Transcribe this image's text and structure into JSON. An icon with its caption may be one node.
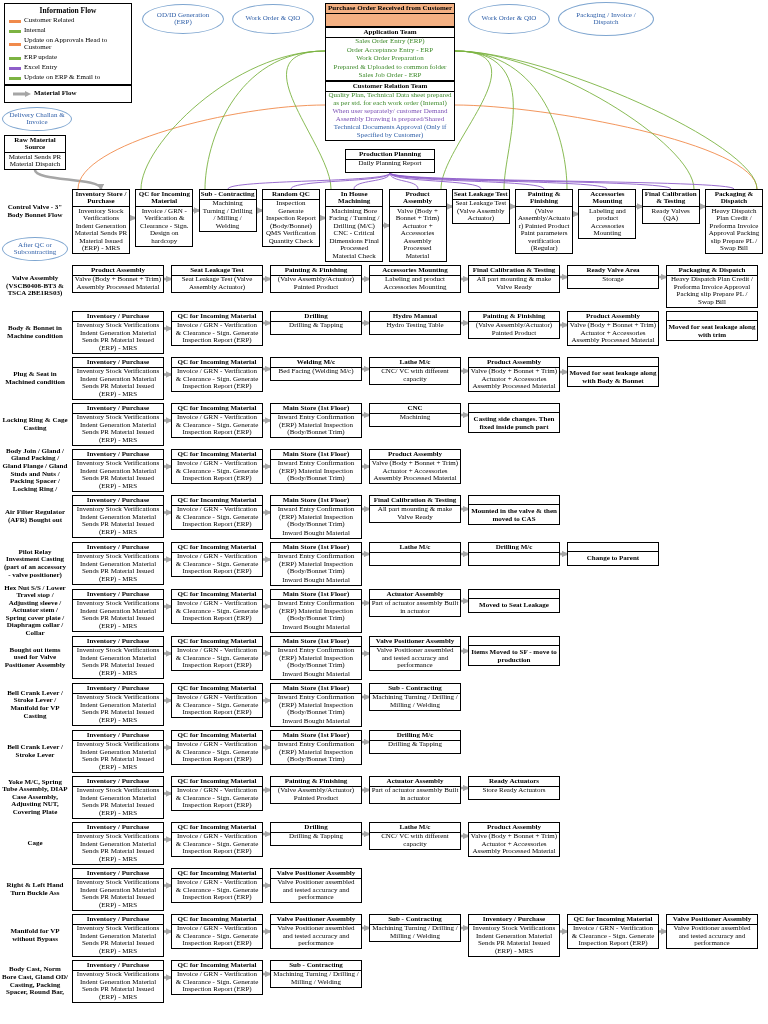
{
  "diagram": {
    "nodes": [
      {
        "text": [
          "Purchase Order Received from Customer"
        ]
      },
      {
        "text": [
          "Application Team",
          "Sales Order Entry (ERP)",
          "Order Acceptance Entry - ERP",
          "Work Order Preparation",
          "Prepared & Uploaded to common folder",
          "Sales Job Order - ERP"
        ]
      },
      {
        "text": [
          "Customer Relation Team",
          "Quality Plan, Technical Data sheet prepared as per std. for each work order (Internal)",
          "When user separately/ customer Demand Assembly Drawing is prepared/Shared",
          "Technical Documents Approval (Only if Specified by Customer)"
        ]
      },
      {
        "text": [
          "OD/ID Generation (ERP)"
        ]
      },
      {
        "text": [
          "Work Order & QIO"
        ]
      },
      {
        "text": [
          "Work Order & QIO"
        ]
      },
      {
        "text": [
          "Packaging / Invoice / Dispatch"
        ]
      },
      {
        "text": [
          "Raw Material Source",
          "Material Sends PR Material Dispatch"
        ]
      },
      {
        "text": [
          "Delivery Challan & Invoice"
        ]
      },
      {
        "text": [
          "Production Planning",
          "Daily Planning Report"
        ]
      },
      {
        "text": [
          "After QC or Subcontracting"
        ]
      },
      {
        "text": [
          "Inventory Store / Purchase",
          "Inventory Stock Verifications Indent Generation Material Sends PR Material Issued (ERP) - MRS"
        ]
      },
      {
        "text": [
          "QC for Incoming Material",
          "Invoice / GRN - Verification & Clearance - Sign. Design on hardcopy"
        ]
      },
      {
        "text": [
          "Sub - Contracting",
          "Machining Turning / Drilling / Milling / Welding"
        ]
      },
      {
        "text": [
          "Random QC",
          "Inspection Generate Inspection Report (Body/Bonnet) QMS Verification Quantity Check"
        ]
      },
      {
        "text": [
          "In House Machining",
          "Machining Bore Facing / Turning / Drilling (M/C) CNC - Critical Dimensions Final Processed Material Check"
        ]
      },
      {
        "text": [
          "Product Assembly",
          "Valve (Body + Bonnet + Trim) Actuator + Accessories Assembly Processed Material"
        ]
      },
      {
        "text": [
          "Seat Leakage Test",
          "Seat Leakage Test (Valve Assembly Actuator)"
        ]
      },
      {
        "text": [
          "Painting & Finishing",
          "(Valve Assembly/Actuator) Painted Product Paint parameters verification (Regular)"
        ]
      },
      {
        "text": [
          "Accessories Mounting",
          "Labeling and product Accessories Mounting"
        ]
      },
      {
        "text": [
          "Final Calibration & Testing",
          "Ready Valves (QA)"
        ]
      },
      {
        "text": [
          "Packaging & Dispatch",
          "Heavy Dispatch Plan Credit / Preforma Invoice Approval Packing slip Prepare PL / Swap Bill"
        ]
      },
      {
        "text": [
          "Product Assembly",
          "Valve (Body + Bonnet + Trim) Assembly Processed Material"
        ]
      },
      {
        "text": [
          "Seat Leakage Test",
          "Seat Leakage Test (Valve Assembly Actuator)"
        ]
      },
      {
        "text": [
          "Painting & Finishing",
          "(Valve Assembly/Actuator) Painted Product"
        ]
      },
      {
        "text": [
          "Accessories Mounting",
          "Labeling and product Accessories Mounting"
        ]
      },
      {
        "text": [
          "Final Calibration & Testing",
          "All part mounting & make Valve Ready"
        ]
      },
      {
        "text": [
          "Ready Valve Area",
          "Storage"
        ]
      },
      {
        "text": [
          "Packaging & Dispatch",
          "Heavy Dispatch Plan Credit / Preforma Invoice Approval Packing slip Prepare PL / Swap Bill"
        ]
      },
      {
        "text": [
          "Inventory / Purchase",
          "Inventory Stock Verifications Indent Generation Material Sends PR Material Issued (ERP) - MRS"
        ]
      },
      {
        "text": [
          "QC for Incoming Material",
          "Invoice / GRN - Verification & Clearance - Sign. Generate Inspection Report (ERP)"
        ]
      },
      {
        "text": [
          "Drilling",
          "Drilling & Tapping"
        ]
      },
      {
        "text": [
          "Hydro Manual",
          "Hydro Testing Table"
        ]
      },
      {
        "text": [
          "Painting & Finishing",
          "(Valve Assembly/Actuator) Painted Product"
        ]
      },
      {
        "text": [
          "Product Assembly",
          "Valve (Body + Bonnet + Trim) Actuator + Accessories Assembly Processed Material"
        ]
      },
      {
        "text": [
          "Moved for seat leakage along with trim"
        ]
      },
      {
        "text": [
          "Inventory / Purchase",
          "Inventory Stock Verifications Indent Generation Material Sends PR Material Issued (ERP) - MRS"
        ]
      },
      {
        "text": [
          "QC for Incoming Material",
          "Invoice / GRN - Verification & Clearance - Sign. Generate Inspection Report (ERP)"
        ]
      },
      {
        "text": [
          "Welding M/c",
          "Bed Facing (Welding M/c)"
        ]
      },
      {
        "text": [
          "Lathe M/c",
          "CNC/ VC with different capacity"
        ]
      },
      {
        "text": [
          "Product Assembly",
          "Valve (Body + Bonnet + Trim) Actuator + Accessories Assembly Processed Material"
        ]
      },
      {
        "text": [
          "Moved for seat leakage along with Body & Bonnet"
        ]
      },
      {
        "text": [
          "Inventory / Purchase",
          "Inventory Stock Verifications Indent Generation Material Sends PR Material Issued (ERP) - MRS"
        ]
      },
      {
        "text": [
          "QC for Incoming Material",
          "Invoice / GRN - Verification & Clearance - Sign. Generate Inspection Report (ERP)"
        ]
      },
      {
        "text": [
          "Main Store (1st Floor)",
          "Inward Entry Confirmation (ERP) Material Inspection (Body/Bonnet Trim)"
        ]
      },
      {
        "text": [
          "CNC",
          "Machining"
        ]
      },
      {
        "text": [
          "Casting side changes. Then fixed inside punch part"
        ]
      },
      {
        "text": [
          "Inventory / Purchase",
          "Inventory Stock Verifications Indent Generation Material Sends PR Material Issued (ERP) - MRS"
        ]
      },
      {
        "text": [
          "QC for Incoming Material",
          "Invoice / GRN - Verification & Clearance - Sign. Generate Inspection Report (ERP)"
        ]
      },
      {
        "text": [
          "Main Store (1st Floor)",
          "Inward Entry Confirmation (ERP) Material Inspection (Body/Bonnet Trim)"
        ]
      },
      {
        "text": [
          "Product Assembly",
          "Valve (Body + Bonnet + Trim) Actuator + Accessories Assembly Processed Material"
        ]
      },
      {
        "text": [
          "Inventory / Purchase",
          "Inventory Stock Verifications Indent Generation Material Sends PR Material Issued (ERP) - MRS"
        ]
      },
      {
        "text": [
          "QC for Incoming Material",
          "Invoice / GRN - Verification & Clearance - Sign. Generate Inspection Report (ERP)"
        ]
      },
      {
        "text": [
          "Main Store (1st Floor)",
          "Inward Entry Confirmation (ERP) Material Inspection (Body/Bonnet Trim)",
          "Inward Bought Material"
        ]
      },
      {
        "text": [
          "Final Calibration & Testing",
          "All part mounting & make Valve Ready"
        ]
      },
      {
        "text": [
          "Mounted in the valve & then moved to CAS"
        ]
      },
      {
        "text": [
          "Inventory / Purchase",
          "Inventory Stock Verifications Indent Generation Material Sends PR Material Issued (ERP) - MRS"
        ]
      },
      {
        "text": [
          "QC for Incoming Material",
          "Invoice / GRN - Verification & Clearance - Sign. Generate Inspection Report (ERP)"
        ]
      },
      {
        "text": [
          "Main Store (1st Floor)",
          "Inward Entry Confirmation (ERP) Material Inspection (Body/Bonnet Trim)",
          "Inward Bought Material"
        ]
      },
      {
        "text": [
          "Lathe M/c"
        ]
      },
      {
        "text": [
          "Drilling M/c"
        ]
      },
      {
        "text": [
          "Change to Parent"
        ]
      },
      {
        "text": [
          "Inventory / Purchase",
          "Inventory Stock Verifications Indent Generation Material Sends PR Material Issued (ERP) - MRS"
        ]
      },
      {
        "text": [
          "QC for Incoming Material",
          "Invoice / GRN - Verification & Clearance - Sign. Generate Inspection Report (ERP)"
        ]
      },
      {
        "text": [
          "Main Store (1st Floor)",
          "Inward Entry Confirmation (ERP) Material Inspection (Body/Bonnet Trim)",
          "Inward Bought Material"
        ]
      },
      {
        "text": [
          "Actuator Assembly",
          "Part of actuator assembly Built in actuator"
        ]
      },
      {
        "text": [
          "Moved to Seat Leakage"
        ]
      },
      {
        "text": [
          "Inventory / Purchase",
          "Inventory Stock Verifications Indent Generation Material Sends PR Material Issued (ERP) - MRS"
        ]
      },
      {
        "text": [
          "QC for Incoming Material",
          "Invoice / GRN - Verification & Clearance - Sign. Generate Inspection Report (ERP)"
        ]
      },
      {
        "text": [
          "Main Store (1st Floor)",
          "Inward Entry Confirmation (ERP) Material Inspection (Body/Bonnet Trim)",
          "Inward Bought Material"
        ]
      },
      {
        "text": [
          "Valve Positioner Assembly",
          "Valve Positioner assembled and tested accuracy and performance"
        ]
      },
      {
        "text": [
          "Items Moved to SF - move to production"
        ]
      },
      {
        "text": [
          "Inventory / Purchase",
          "Inventory Stock Verifications Indent Generation Material Sends PR Material Issued (ERP) - MRS"
        ]
      },
      {
        "text": [
          "QC for Incoming Material",
          "Invoice / GRN - Verification & Clearance - Sign. Generate Inspection Report (ERP)"
        ]
      },
      {
        "text": [
          "Main Store (1st Floor)",
          "Inward Entry Confirmation (ERP) Material Inspection (Body/Bonnet Trim)",
          "Inward Bought Material"
        ]
      },
      {
        "text": [
          "Sub - Contracting",
          "Machining Turning / Drilling / Milling / Welding"
        ]
      },
      {
        "text": [
          "Inventory / Purchase",
          "Inventory Stock Verifications Indent Generation Material Sends PR Material Issued (ERP) - MRS"
        ]
      },
      {
        "text": [
          "QC for Incoming Material",
          "Invoice / GRN - Verification & Clearance - Sign. Generate Inspection Report (ERP)"
        ]
      },
      {
        "text": [
          "Main Store (1st Floor)",
          "Inward Entry Confirmation (ERP) Material Inspection (Body/Bonnet Trim)"
        ]
      },
      {
        "text": [
          "Drilling M/c",
          "Drilling & Tapping"
        ]
      },
      {
        "text": [
          "Inventory / Purchase",
          "Inventory Stock Verifications Indent Generation Material Sends PR Material Issued (ERP) - MRS"
        ]
      },
      {
        "text": [
          "QC for Incoming Material",
          "Invoice / GRN - Verification & Clearance - Sign. Generate Inspection Report (ERP)"
        ]
      },
      {
        "text": [
          "Painting & Finishing",
          "(Valve Assembly/Actuator) Painted Product"
        ]
      },
      {
        "text": [
          "Actuator Assembly",
          "Part of actuator assembly Built in actuator"
        ]
      },
      {
        "text": [
          "Ready Actuators",
          "Store Ready Actuators"
        ]
      },
      {
        "text": [
          "Inventory / Purchase",
          "Inventory Stock Verifications Indent Generation Material Sends PR Material Issued (ERP) - MRS"
        ]
      },
      {
        "text": [
          "QC for Incoming Material",
          "Invoice / GRN - Verification & Clearance - Sign. Generate Inspection Report (ERP)"
        ]
      },
      {
        "text": [
          "Drilling",
          "Drilling & Tapping"
        ]
      },
      {
        "text": [
          "Lathe M/c",
          "CNC/ VC with different capacity"
        ]
      },
      {
        "text": [
          "Product Assembly",
          "Valve (Body + Bonnet + Trim) Actuator + Accessories Assembly Processed Material"
        ]
      },
      {
        "text": [
          "Inventory / Purchase",
          "Inventory Stock Verifications Indent Generation Material Sends PR Material Issued (ERP) - MRS"
        ]
      },
      {
        "text": [
          "QC for Incoming Material",
          "Invoice / GRN - Verification & Clearance - Sign. Generate Inspection Report (ERP)"
        ]
      },
      {
        "text": [
          "Valve Positioner Assembly",
          "Valve Positioner assembled and tested accuracy and performance"
        ]
      },
      {
        "text": [
          "Inventory / Purchase",
          "Inventory Stock Verifications Indent Generation Material Sends PR Material Issued (ERP) - MRS"
        ]
      },
      {
        "text": [
          "QC for Incoming Material",
          "Invoice / GRN - Verification & Clearance - Sign. Generate Inspection Report (ERP)"
        ]
      },
      {
        "text": [
          "Valve Positioner Assembly",
          "Valve Positioner assembled and tested accuracy and performance"
        ]
      },
      {
        "text": [
          "Sub - Contracting",
          "Machining Turning / Drilling / Milling / Welding"
        ]
      },
      {
        "text": [
          "Inventory / Purchase",
          "Inventory Stock Verifications Indent Generation Material Sends PR Material Issued (ERP) - MRS"
        ]
      },
      {
        "text": [
          "QC for Incoming Material",
          "Invoice / GRN - Verification & Clearance - Sign. Generate Inspection Report (ERP)"
        ]
      },
      {
        "text": [
          "Valve Positioner Assembly",
          "Valve Positioner assembled and tested accuracy and performance"
        ]
      },
      {
        "text": [
          "Inventory / Purchase",
          "Inventory Stock Verifications Indent Generation Material Sends PR Material Issued (ERP) - MRS"
        ]
      },
      {
        "text": [
          "QC for Incoming Material",
          "Invoice / GRN - Verification & Clearance - Sign. Generate Inspection Report (ERP)"
        ]
      },
      {
        "text": [
          "Sub - Contracting",
          "Machining Turning / Drilling / Milling / Welding"
        ]
      }
    ],
    "edges": [
      {
        "from": 7,
        "to": 11,
        "arrow": "to"
      },
      {
        "from": 11,
        "to": 12,
        "arrow": "to"
      },
      {
        "from": 12,
        "to": 13,
        "arrow": "to"
      },
      {
        "from": 13,
        "to": 14,
        "arrow": "to"
      },
      {
        "from": 14,
        "to": 15,
        "arrow": "to"
      },
      {
        "from": 15,
        "to": 16,
        "arrow": "to"
      },
      {
        "from": 16,
        "to": 17,
        "arrow": "to"
      },
      {
        "from": 17,
        "to": 18,
        "arrow": "to"
      },
      {
        "from": 18,
        "to": 19,
        "arrow": "to"
      },
      {
        "from": 19,
        "to": 20,
        "arrow": "to"
      },
      {
        "from": 20,
        "to": 21,
        "arrow": "to"
      },
      {
        "from": 22,
        "to": 23,
        "arrow": "to"
      },
      {
        "from": 23,
        "to": 24,
        "arrow": "to"
      },
      {
        "from": 24,
        "to": 25,
        "arrow": "to"
      },
      {
        "from": 25,
        "to": 26,
        "arrow": "to"
      },
      {
        "from": 26,
        "to": 27,
        "arrow": "to"
      },
      {
        "from": 27,
        "to": 28,
        "arrow": "to"
      },
      {
        "from": 29,
        "to": 30,
        "arrow": "to"
      },
      {
        "from": 30,
        "to": 31,
        "arrow": "to"
      },
      {
        "from": 31,
        "to": 32,
        "arrow": "to"
      },
      {
        "from": 32,
        "to": 33,
        "arrow": "to"
      },
      {
        "from": 33,
        "to": 34,
        "arrow": "to"
      },
      {
        "from": 36,
        "to": 37,
        "arrow": "to"
      },
      {
        "from": 37,
        "to": 38,
        "arrow": "to"
      },
      {
        "from": 38,
        "to": 39,
        "arrow": "to"
      },
      {
        "from": 39,
        "to": 40,
        "arrow": "to"
      },
      {
        "from": 40,
        "to": 41,
        "arrow": "to"
      },
      {
        "from": 42,
        "to": 43,
        "arrow": "to"
      },
      {
        "from": 43,
        "to": 44,
        "arrow": "to"
      },
      {
        "from": 44,
        "to": 45,
        "arrow": "to"
      },
      {
        "from": 45,
        "to": 46,
        "arrow": "to"
      },
      {
        "from": 47,
        "to": 48,
        "arrow": "to"
      },
      {
        "from": 48,
        "to": 49,
        "arrow": "to"
      },
      {
        "from": 49,
        "to": 50,
        "arrow": "to"
      },
      {
        "from": 51,
        "to": 52,
        "arrow": "to"
      },
      {
        "from": 52,
        "to": 53,
        "arrow": "to"
      },
      {
        "from": 53,
        "to": 54,
        "arrow": "to"
      },
      {
        "from": 54,
        "to": 55,
        "arrow": "to"
      },
      {
        "from": 56,
        "to": 57,
        "arrow": "to"
      },
      {
        "from": 57,
        "to": 58,
        "arrow": "to"
      },
      {
        "from": 58,
        "to": 59,
        "arrow": "to"
      },
      {
        "from": 59,
        "to": 60,
        "arrow": "to"
      },
      {
        "from": 60,
        "to": 61,
        "arrow": "to"
      },
      {
        "from": 62,
        "to": 63,
        "arrow": "to"
      },
      {
        "from": 63,
        "to": 64,
        "arrow": "to"
      },
      {
        "from": 64,
        "to": 65,
        "arrow": "to"
      },
      {
        "from": 65,
        "to": 66,
        "arrow": "to"
      },
      {
        "from": 67,
        "to": 68,
        "arrow": "to"
      },
      {
        "from": 68,
        "to": 69,
        "arrow": "to"
      },
      {
        "from": 69,
        "to": 70,
        "arrow": "to"
      },
      {
        "from": 70,
        "to": 71,
        "arrow": "to"
      },
      {
        "from": 72,
        "to": 73,
        "arrow": "to"
      },
      {
        "from": 73,
        "to": 74,
        "arrow": "to"
      },
      {
        "from": 74,
        "to": 75,
        "arrow": "to"
      },
      {
        "from": 76,
        "to": 77,
        "arrow": "to"
      },
      {
        "from": 77,
        "to": 78,
        "arrow": "to"
      },
      {
        "from": 78,
        "to": 79,
        "arrow": "to"
      },
      {
        "from": 80,
        "to": 81,
        "arrow": "to"
      },
      {
        "from": 81,
        "to": 82,
        "arrow": "to"
      },
      {
        "from": 82,
        "to": 83,
        "arrow": "to"
      },
      {
        "from": 83,
        "to": 84,
        "arrow": "to"
      },
      {
        "from": 85,
        "to": 86,
        "arrow": "to"
      },
      {
        "from": 86,
        "to": 87,
        "arrow": "to"
      },
      {
        "from": 87,
        "to": 88,
        "arrow": "to"
      },
      {
        "from": 88,
        "to": 89,
        "arrow": "to"
      },
      {
        "from": 90,
        "to": 91,
        "arrow": "to"
      },
      {
        "from": 91,
        "to": 92,
        "arrow": "to"
      },
      {
        "from": 93,
        "to": 94,
        "arrow": "to"
      },
      {
        "from": 94,
        "to": 95,
        "arrow": "to"
      },
      {
        "from": 95,
        "to": 96,
        "arrow": "to"
      },
      {
        "from": 96,
        "to": 97,
        "arrow": "to"
      },
      {
        "from": 97,
        "to": 98,
        "arrow": "to"
      },
      {
        "from": 98,
        "to": 99,
        "arrow": "to"
      },
      {
        "from": 100,
        "to": 101,
        "arrow": "to"
      },
      {
        "from": 101,
        "to": 102,
        "arrow": "to"
      },
      {
        "from": 2,
        "to": 11,
        "arrow": "none",
        "color": "#f08a4b"
      },
      {
        "from": 2,
        "to": 21,
        "arrow": "none",
        "color": "#f08a4b"
      },
      {
        "from": 1,
        "to": 12,
        "arrow": "none",
        "color": "#7cb342"
      },
      {
        "from": 1,
        "to": 13,
        "arrow": "none",
        "color": "#7cb342"
      },
      {
        "from": 1,
        "to": 15,
        "arrow": "none",
        "color": "#7cb342"
      },
      {
        "from": 1,
        "to": 16,
        "arrow": "none",
        "color": "#7cb342"
      },
      {
        "from": 1,
        "to": 17,
        "arrow": "none",
        "color": "#7cb342"
      },
      {
        "from": 1,
        "to": 18,
        "arrow": "none",
        "color": "#7cb342"
      },
      {
        "from": 1,
        "to": 20,
        "arrow": "none",
        "color": "#7cb342"
      },
      {
        "from": 1,
        "to": 21,
        "arrow": "none",
        "color": "#7cb342"
      },
      {
        "from": 9,
        "to": 13,
        "arrow": "none",
        "color": "#8e5ec9"
      },
      {
        "from": 9,
        "to": 14,
        "arrow": "none",
        "color": "#8e5ec9"
      },
      {
        "from": 9,
        "to": 15,
        "arrow": "none",
        "color": "#8e5ec9"
      },
      {
        "from": 9,
        "to": 16,
        "arrow": "none",
        "color": "#8e5ec9"
      },
      {
        "from": 9,
        "to": 17,
        "arrow": "none",
        "color": "#8e5ec9"
      },
      {
        "from": 9,
        "to": 18,
        "arrow": "none",
        "color": "#8e5ec9"
      },
      {
        "from": 9,
        "to": 19,
        "arrow": "none",
        "color": "#8e5ec9"
      },
      {
        "from": 9,
        "to": 20,
        "arrow": "none",
        "color": "#8e5ec9"
      },
      {
        "from": 9,
        "to": 21,
        "arrow": "none",
        "color": "#8e5ec9"
      }
    ],
    "labels": [
      "Information Flow",
      "Control Valve - 3\" Body Bonnet Flow",
      "Valve Assembly (VSCB0408-BT3 & TSCA 2BE1RS03)",
      "Body & Bonnet in Machine condition",
      "Plug & Seat in Machined condition",
      "Locking Ring & Cage Casting",
      "Body Join / Gland / Gland Packing / Gland Flange / Gland Studs and Nuts / Packing Spacer / Locking Ring /",
      "Air Filter Regulator (AFR) Bought out",
      "Pilot Relay Investment Casting (part of an accessory - valve positioner)",
      "Hex Nut S/S / Lower Travel stop / Adjusting sleeve / Actuator stem / Spring cover plate / Diaphragm collar / Collar",
      "Bought out items used for Valve Positioner Assembly",
      "Bell Crank Lever / Stroke Lever / Manifold for VP Casting",
      "Bell Crank Lever / Stroke Lever",
      "Yoke M/C, Spring Tube Assembly, DIAP Case Assembly, Adjusting NUT, Covering Plate",
      "Cage",
      "Right & Left Hand Turn Buckle Ass",
      "Manifold for VP without Bypass",
      "Body Cast, Norm Bore Cast, Gland OD/ Casting, Packing Spacer, Round Bar,"
    ],
    "legend": [
      {
        "text": "Customer Related",
        "color": "#f08a4b"
      },
      {
        "text": "Internal",
        "color": "#7cb342"
      },
      {
        "text": "Update on Approvals Head to Customer",
        "color": "#f08a4b"
      },
      {
        "text": "ERP update",
        "color": "#7cb342"
      },
      {
        "text": "Excel Entry",
        "color": "#8e5ec9"
      },
      {
        "text": "Update on ERP & Email to",
        "color": "#7cb342"
      },
      {
        "text": "Material Flow",
        "color": "#a6a6a6"
      }
    ]
  }
}
